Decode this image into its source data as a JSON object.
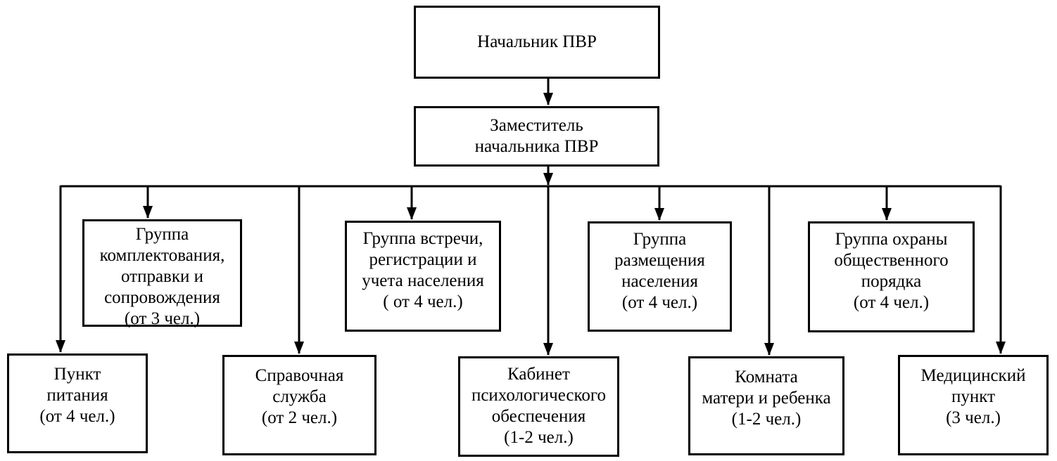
{
  "colors": {
    "background": "#ffffff",
    "line": "#000000",
    "text": "#000000"
  },
  "nodes": {
    "chief": {
      "label": "Начальник ПВР"
    },
    "deputy": {
      "label": "Заместитель\nначальника ПВР"
    },
    "group_staffing": {
      "label": "Группа\nкомплектования,\nотправки и\nсопровождения\n(от 3 чел.)"
    },
    "group_meeting": {
      "label": "Группа встречи,\nрегистрации и\nучета населения\n( от 4 чел.)"
    },
    "group_accommodation": {
      "label": "Группа\nразмещения\nнаселения\n(от 4 чел.)"
    },
    "group_security": {
      "label": "Группа охраны\nобщественного\nпорядка\n(от 4 чел.)"
    },
    "food_point": {
      "label": "Пункт\nпитания\n(от 4 чел.)"
    },
    "info_service": {
      "label": "Справочная\nслужба\n(от 2 чел.)"
    },
    "psych_office": {
      "label": "Кабинет\nпсихологического\nобеспечения\n(1-2 чел.)"
    },
    "mother_child_room": {
      "label": "Комната\nматери и ребенка\n(1-2 чел.)"
    },
    "medical_point": {
      "label": "Медицинский\nпункт\n(3 чел.)"
    }
  }
}
